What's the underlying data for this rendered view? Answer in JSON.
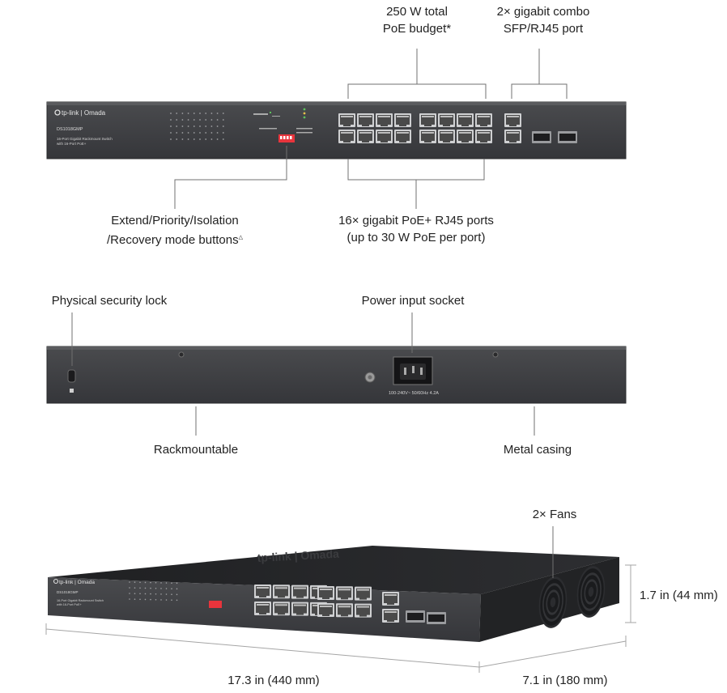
{
  "front": {
    "brand": "tp-link | Omada",
    "model": "DS1018GMP",
    "desc_line1": "16-Port Gigabit Rackmount Switch",
    "desc_line2": "with 16-Port PoE+",
    "callouts": {
      "poe_budget_line1": "250 W total",
      "poe_budget_line2": "PoE budget*",
      "combo_line1": "2× gigabit combo",
      "combo_line2": "SFP/RJ45 port",
      "buttons_line1": "Extend/Priority/Isolation",
      "buttons_line2": "/Recovery mode buttons",
      "buttons_mark": "△",
      "poe_ports_line1": "16× gigabit PoE+ RJ45 ports",
      "poe_ports_line2": "(up to 30 W PoE per port)"
    }
  },
  "rear": {
    "power_rating": "100-240V~ 50/60Hz 4.2A",
    "callouts": {
      "lock": "Physical security lock",
      "power": "Power input socket",
      "rack": "Rackmountable",
      "casing": "Metal casing"
    }
  },
  "perspective": {
    "brand": "tp-link | Omada",
    "callouts": {
      "fans": "2× Fans",
      "height": "1.7 in (44 mm)",
      "width": "17.3 in (440 mm)",
      "depth": "7.1 in (180 mm)"
    }
  },
  "colors": {
    "chassis": "#3c3d3f",
    "chassis_dark": "#2a2b2d",
    "port_body": "#cfd0d2",
    "port_hole": "#3a3a3a",
    "button_red": "#e8343c",
    "led_green": "#5cc45c",
    "line": "#707070"
  }
}
